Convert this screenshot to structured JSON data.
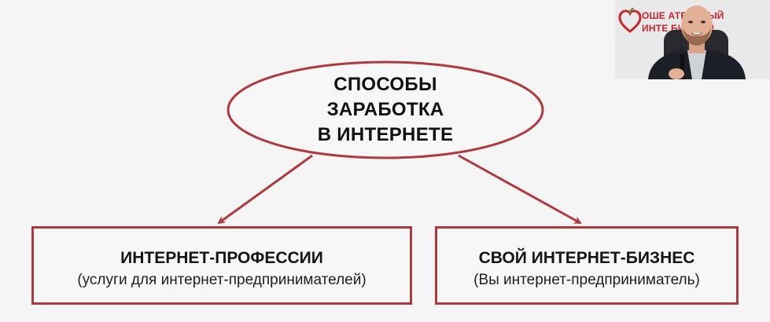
{
  "diagram": {
    "center_node": {
      "lines": [
        "СПОСОБЫ",
        "ЗАРАБОТКА",
        "В ИНТЕРНЕТЕ"
      ]
    },
    "left_node": {
      "title": "ИНТЕРНЕТ-ПРОФЕССИИ",
      "subtitle": "(услуги для интернет-предпринимателей)"
    },
    "right_node": {
      "title": "СВОЙ ИНТЕРНЕТ-БИЗНЕС",
      "subtitle": "(Вы интернет-предприниматель)"
    },
    "accent_color": "#b1393d"
  },
  "webcam": {
    "logo_line1": "ОШЕ    АТЕЛЬНЫЙ",
    "logo_line2": "ИНТЕ     БИЗНЕС!",
    "logo_color": "#c8262b",
    "logo_icon": "heart-apple-icon"
  }
}
